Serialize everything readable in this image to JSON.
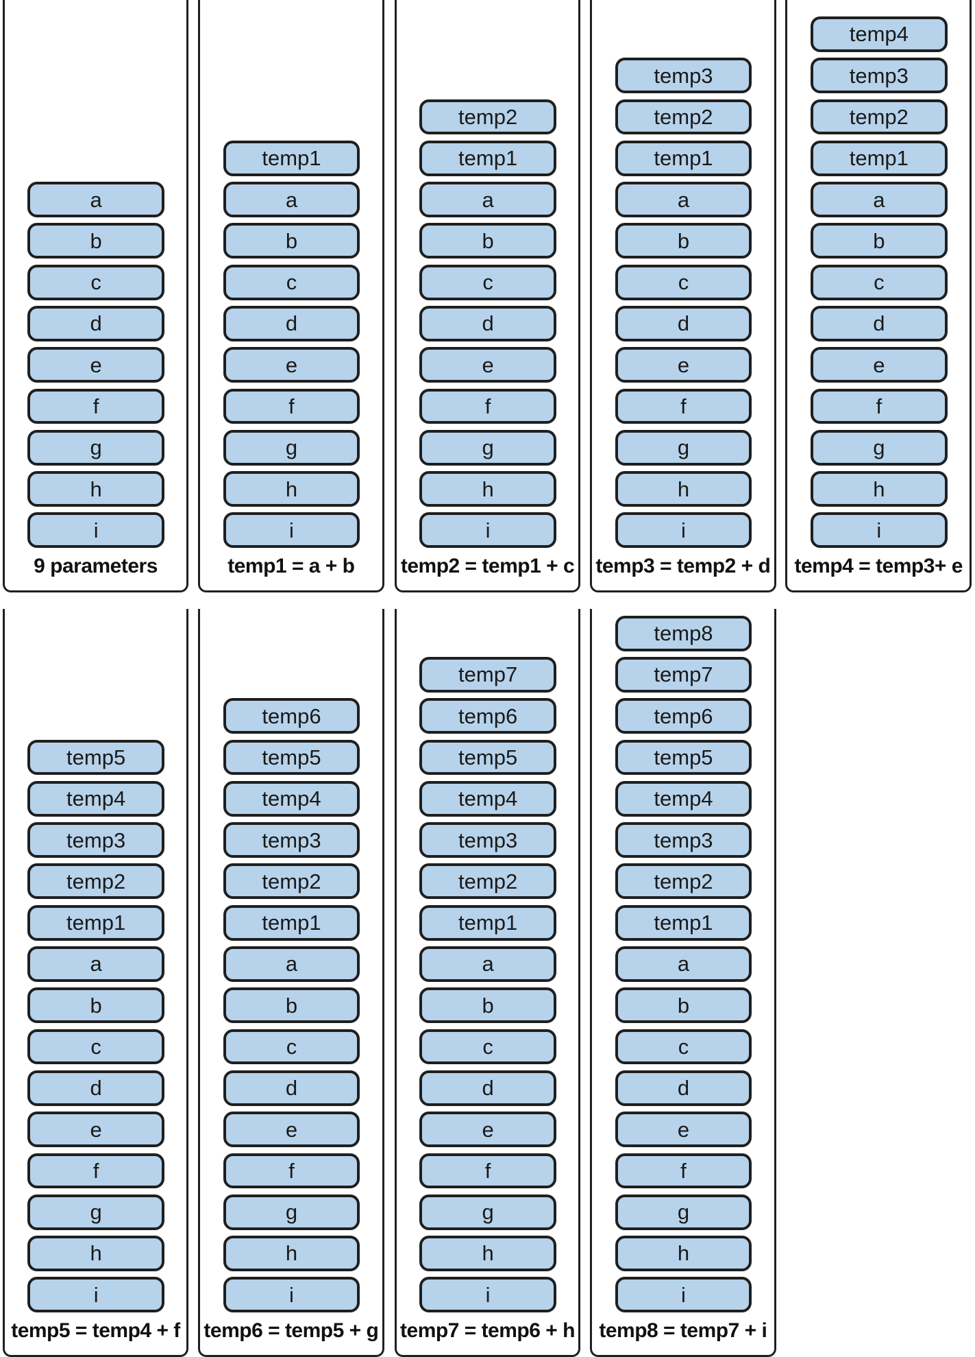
{
  "diagram": {
    "stacks": [
      {
        "caption": "9 parameters",
        "items": [
          "a",
          "b",
          "c",
          "d",
          "e",
          "f",
          "g",
          "h",
          "i"
        ]
      },
      {
        "caption": "temp1 = a + b",
        "items": [
          "temp1",
          "a",
          "b",
          "c",
          "d",
          "e",
          "f",
          "g",
          "h",
          "i"
        ]
      },
      {
        "caption": "temp2 = temp1 + c",
        "items": [
          "temp2",
          "temp1",
          "a",
          "b",
          "c",
          "d",
          "e",
          "f",
          "g",
          "h",
          "i"
        ]
      },
      {
        "caption": "temp3 = temp2 + d",
        "items": [
          "temp3",
          "temp2",
          "temp1",
          "a",
          "b",
          "c",
          "d",
          "e",
          "f",
          "g",
          "h",
          "i"
        ]
      },
      {
        "caption": "temp4 = temp3+ e",
        "items": [
          "temp4",
          "temp3",
          "temp2",
          "temp1",
          "a",
          "b",
          "c",
          "d",
          "e",
          "f",
          "g",
          "h",
          "i"
        ]
      },
      {
        "caption": "temp5 = temp4 + f",
        "items": [
          "temp5",
          "temp4",
          "temp3",
          "temp2",
          "temp1",
          "a",
          "b",
          "c",
          "d",
          "e",
          "f",
          "g",
          "h",
          "i"
        ]
      },
      {
        "caption": "temp6 = temp5 + g",
        "items": [
          "temp6",
          "temp5",
          "temp4",
          "temp3",
          "temp2",
          "temp1",
          "a",
          "b",
          "c",
          "d",
          "e",
          "f",
          "g",
          "h",
          "i"
        ]
      },
      {
        "caption": "temp7 = temp6 + h",
        "items": [
          "temp7",
          "temp6",
          "temp5",
          "temp4",
          "temp3",
          "temp2",
          "temp1",
          "a",
          "b",
          "c",
          "d",
          "e",
          "f",
          "g",
          "h",
          "i"
        ]
      },
      {
        "caption": "temp8 = temp7 + i",
        "items": [
          "temp8",
          "temp7",
          "temp6",
          "temp5",
          "temp4",
          "temp3",
          "temp2",
          "temp1",
          "a",
          "b",
          "c",
          "d",
          "e",
          "f",
          "g",
          "h",
          "i"
        ]
      }
    ],
    "colors": {
      "slot_fill": "#b7d3eb",
      "outline": "#1f1f1f",
      "background": "#ffffff"
    }
  }
}
